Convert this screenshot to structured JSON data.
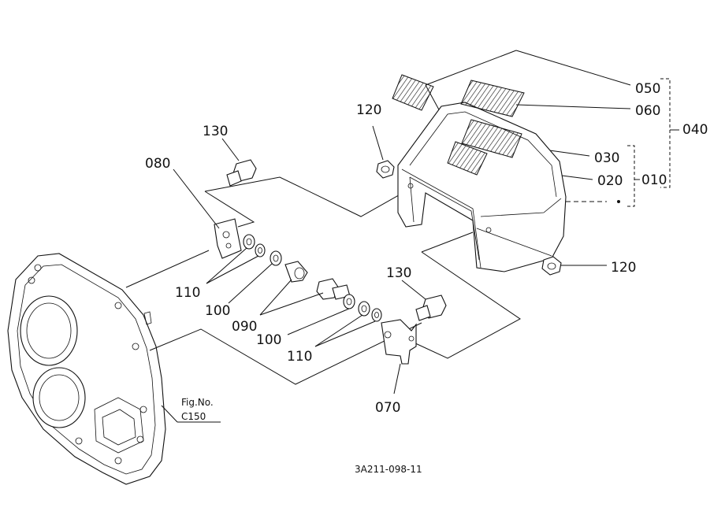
{
  "diagram": {
    "callouts": {
      "c050": "050",
      "c060": "060",
      "c040": "040",
      "c030": "030",
      "c020": "020",
      "c010": "010",
      "c120_top": "120",
      "c120_right": "120",
      "c130_left": "130",
      "c130_right": "130",
      "c080": "080",
      "c110_left": "110",
      "c100_left": "100",
      "c090": "090",
      "c100_right": "100",
      "c110_right": "110",
      "c070": "070"
    },
    "fig_ref": {
      "line1": "Fig.No.",
      "line2": "C150"
    },
    "drawing_number": "3A211-098-11"
  }
}
